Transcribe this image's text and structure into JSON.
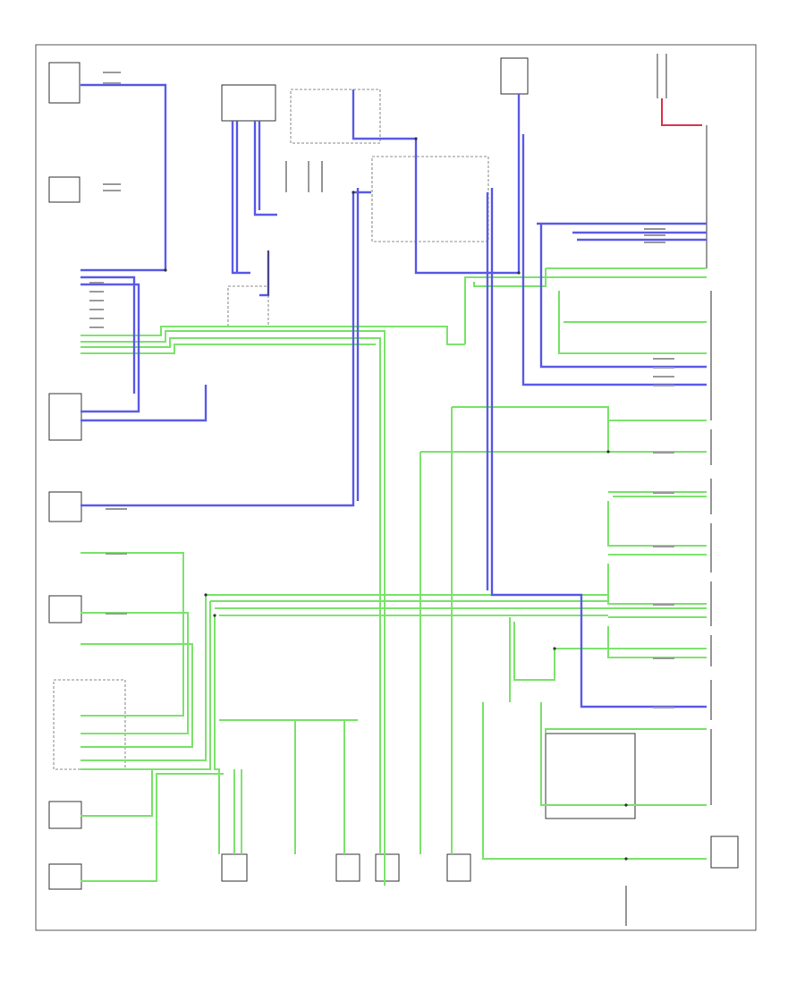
{
  "page_marker": "",
  "palette": {
    "green_wire": "#7be36b",
    "blue_wire": "#5a5ae6",
    "red_wire": "#e0334d",
    "frame": "#555555"
  },
  "components": [
    {
      "id": "tcm-left",
      "label": ""
    },
    {
      "id": "immobiliser-top",
      "label": ""
    },
    {
      "id": "gateway-top-right",
      "label": ""
    },
    {
      "id": "fuse-top-right",
      "label": ""
    },
    {
      "id": "transmission-module",
      "label": ""
    },
    {
      "id": "audio-module",
      "label": ""
    },
    {
      "id": "parking-module",
      "label": ""
    },
    {
      "id": "climate-module",
      "label": ""
    },
    {
      "id": "rear-module",
      "label": ""
    },
    {
      "id": "bottom-row-modules",
      "label": ""
    }
  ]
}
